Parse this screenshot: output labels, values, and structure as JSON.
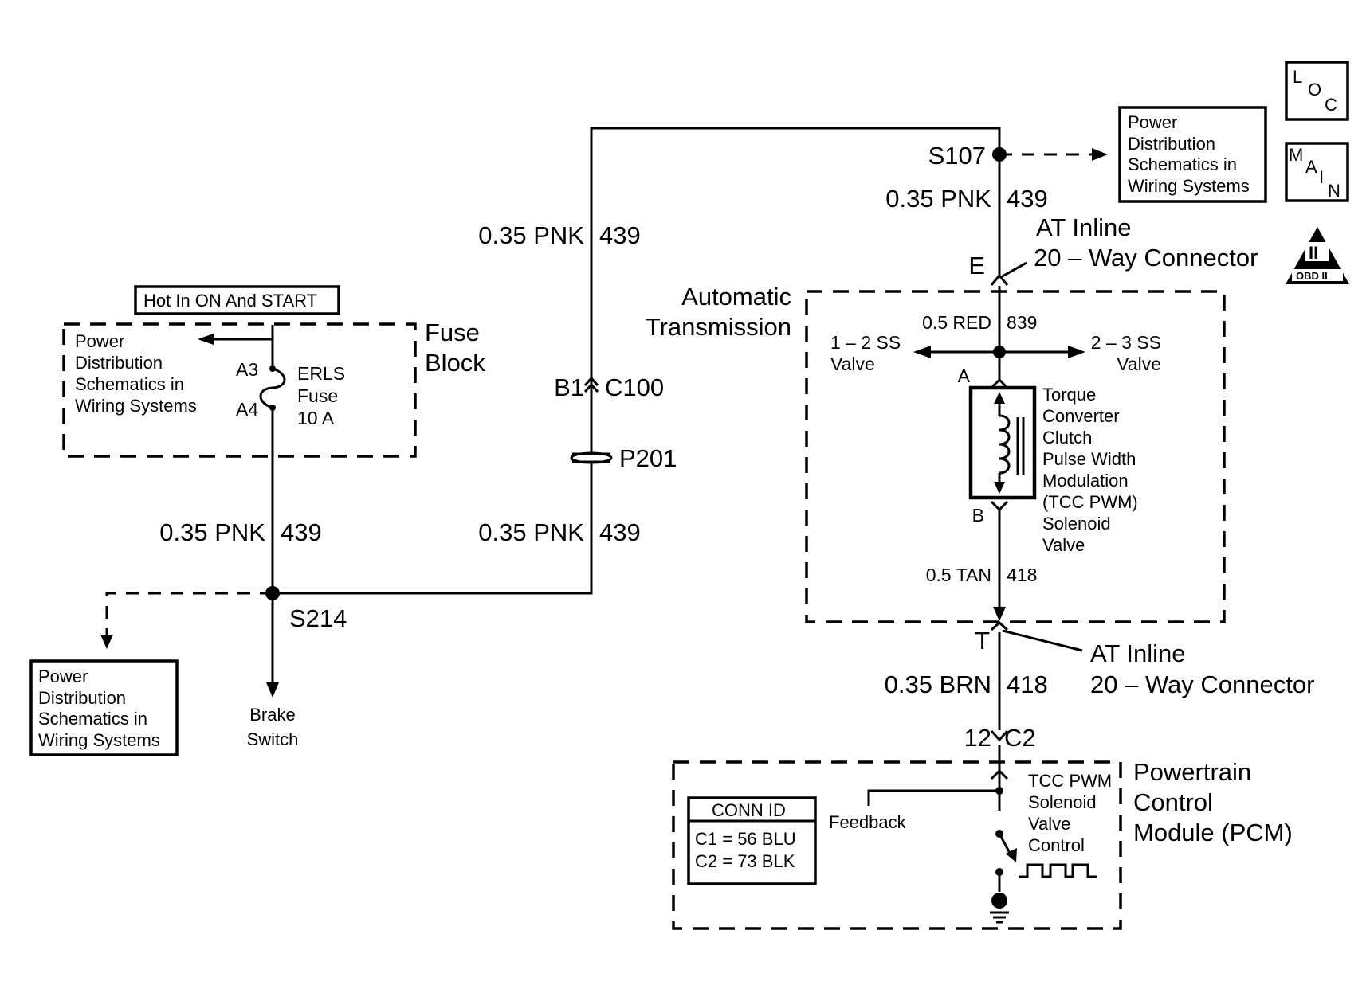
{
  "badges": {
    "hot_in": "Hot In ON And START",
    "loc": [
      "L",
      "O",
      "C"
    ],
    "main": [
      "M",
      "A",
      "I",
      "N"
    ],
    "obd_numeral": "II",
    "obd_text": "OBD II"
  },
  "components": {
    "fuse_block": [
      "Fuse",
      "Block"
    ],
    "fuse_name": [
      "ERLS",
      "Fuse",
      "10 A"
    ],
    "automatic_transmission": [
      "Automatic",
      "Transmission"
    ],
    "pcm": [
      "Powertrain",
      "Control",
      "Module (PCM)"
    ],
    "solenoid": [
      "Torque",
      "Converter",
      "Clutch",
      "Pulse Width",
      "Modulation",
      "(TCC PWM)",
      "Solenoid",
      "Valve"
    ],
    "pcm_control": [
      "TCC PWM",
      "Solenoid",
      "Valve",
      "Control"
    ],
    "feedback": "Feedback",
    "brake_switch": [
      "Brake",
      "Switch"
    ],
    "valve_1_2": [
      "1 – 2 SS",
      "Valve"
    ],
    "valve_2_3": [
      "2 – 3 SS",
      "Valve"
    ]
  },
  "references": {
    "power_dist": [
      "Power",
      "Distribution",
      "Schematics in",
      "Wiring Systems"
    ]
  },
  "connectors": {
    "at_inline": [
      "AT Inline",
      "20 – Way Connector"
    ],
    "pin_e": "E",
    "pin_t": "T",
    "pin_a": "A",
    "pin_b": "B",
    "pin_a3": "A3",
    "pin_a4": "A4",
    "b1": "B1",
    "c100": "C100",
    "p201": "P201",
    "pcm_pin": "12",
    "pcm_conn": "C2"
  },
  "splices": {
    "s107": "S107",
    "s214": "S214"
  },
  "wires": {
    "pnk_size": "0.35 PNK",
    "pnk_circuit": "439",
    "red_size": "0.5 RED",
    "red_circuit": "839",
    "tan_size": "0.5 TAN",
    "tan_circuit": "418",
    "brn_size": "0.35 BRN",
    "brn_circuit": "418"
  },
  "conn_id": {
    "title": "CONN ID",
    "rows": [
      "C1 = 56 BLU",
      "C2 = 73 BLK"
    ]
  }
}
